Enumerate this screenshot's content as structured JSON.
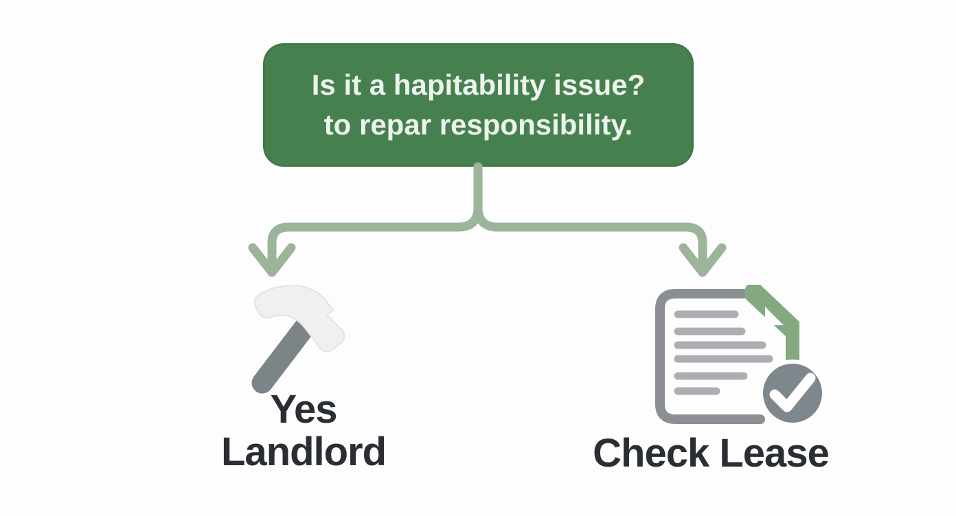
{
  "diagram": {
    "question": {
      "line1": "Is it a hapitability issue?",
      "line2": "to repar responsibility."
    },
    "left_branch": {
      "label_line1": "Yes",
      "label_line2": "Landlord",
      "icon": "hammer-icon"
    },
    "right_branch": {
      "label": "Check Lease",
      "icon": "document-check-icon"
    },
    "colors": {
      "question_box": "#47804F",
      "question_text": "#EDF3ED",
      "connector": "#9CB59A",
      "label_text": "#2A2E33",
      "doc_outline": "#8B8F93",
      "doc_lines": "#ABAEB2",
      "doc_fold": "#84A981",
      "check_circle": "#7E878B",
      "check_mark": "#FFFFFF",
      "hammer_head": "#F0F0F1",
      "hammer_handle": "#7D8488",
      "background": "#FDFDFD"
    }
  }
}
